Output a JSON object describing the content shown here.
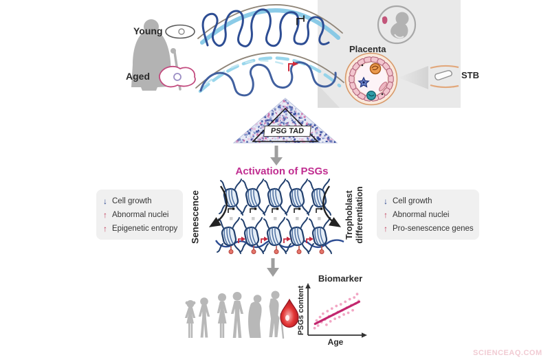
{
  "colors": {
    "activation_text": "#c02d90",
    "trend": "#c2266e",
    "scatter": "#f2a6c4",
    "navy_arrow": "#24418c",
    "red_arrow": "#c13a58",
    "box_bg": "#f0f0f0",
    "panel_bg": "#e9e9e9",
    "silhouette": "#b8b8b8",
    "watermark": "#f1cbd3"
  },
  "top_left": {
    "young_label": "Young",
    "aged_label": "Aged"
  },
  "top_right": {
    "placenta_label": "Placenta",
    "stb_label": "STB"
  },
  "tad_label": "PSG TAD",
  "activation_title": "Activation of PSGs",
  "icons": {
    "up_arrow": "↑",
    "down_arrow": "↓"
  },
  "left_panel": {
    "rotated_label": "Senescence",
    "items": [
      {
        "direction": "down",
        "label": "Cell growth"
      },
      {
        "direction": "up",
        "label": "Abnormal nuclei"
      },
      {
        "direction": "up",
        "label": "Epigenetic entropy"
      }
    ]
  },
  "right_panel": {
    "rotated_label_line1": "Trophoblast",
    "rotated_label_line2": "differentiation",
    "items": [
      {
        "direction": "down",
        "label": "Cell growth"
      },
      {
        "direction": "up",
        "label": "Abnormal nuclei"
      },
      {
        "direction": "up",
        "label": "Pro-senescence genes"
      }
    ]
  },
  "chart_data": {
    "type": "scatter",
    "title": "Biomarker",
    "xlabel": "Age",
    "ylabel": "PSGs content",
    "x_range_norm": [
      0,
      1
    ],
    "y_range_norm": [
      0,
      1
    ],
    "grid": false,
    "trend": {
      "x0": 0.06,
      "y0": 0.2,
      "x1": 0.95,
      "y1": 0.72
    },
    "points": [
      [
        0.05,
        0.1
      ],
      [
        0.09,
        0.28
      ],
      [
        0.12,
        0.16
      ],
      [
        0.16,
        0.36
      ],
      [
        0.19,
        0.24
      ],
      [
        0.22,
        0.44
      ],
      [
        0.26,
        0.3
      ],
      [
        0.29,
        0.18
      ],
      [
        0.31,
        0.5
      ],
      [
        0.34,
        0.38
      ],
      [
        0.37,
        0.26
      ],
      [
        0.4,
        0.56
      ],
      [
        0.43,
        0.42
      ],
      [
        0.46,
        0.32
      ],
      [
        0.49,
        0.62
      ],
      [
        0.52,
        0.48
      ],
      [
        0.55,
        0.36
      ],
      [
        0.58,
        0.66
      ],
      [
        0.61,
        0.52
      ],
      [
        0.64,
        0.42
      ],
      [
        0.67,
        0.72
      ],
      [
        0.7,
        0.58
      ],
      [
        0.73,
        0.46
      ],
      [
        0.76,
        0.78
      ],
      [
        0.79,
        0.64
      ],
      [
        0.82,
        0.52
      ],
      [
        0.85,
        0.82
      ],
      [
        0.88,
        0.68
      ],
      [
        0.91,
        0.9
      ],
      [
        0.94,
        0.74
      ]
    ]
  },
  "watermark": "SCIENCEAQ.COM"
}
